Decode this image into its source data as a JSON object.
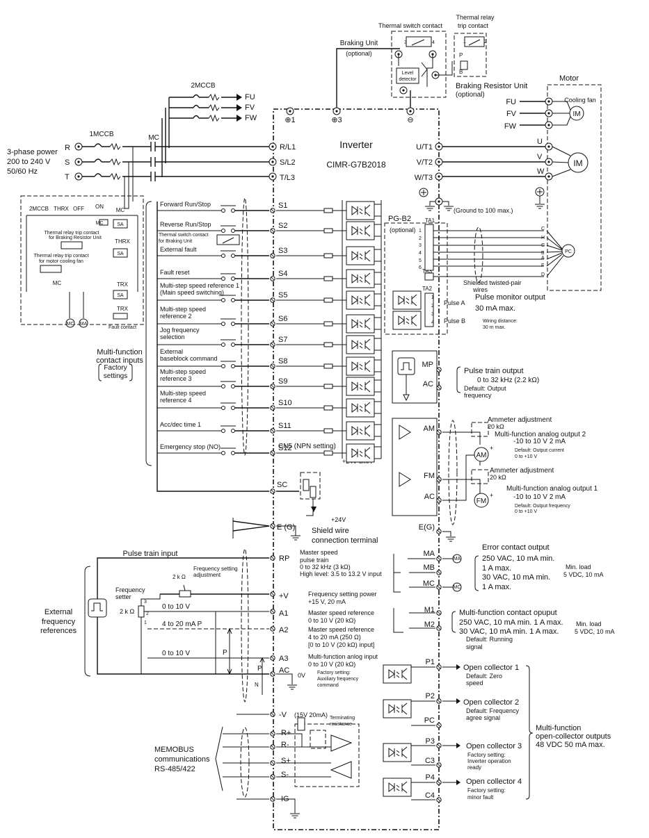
{
  "inverter": {
    "title": "Inverter",
    "model": "CIMR-G7B2018"
  },
  "power": {
    "source_line1": "3-phase power",
    "source_line2": "200 to 240 V",
    "source_line3": "50/60 Hz",
    "phases": [
      "R",
      "S",
      "T"
    ],
    "breaker1": "1MCCB",
    "breaker2": "2MCCB",
    "contactor": "MC",
    "inputs": [
      "R/L1",
      "S/L2",
      "T/L3"
    ],
    "outputs": [
      "U/T1",
      "V/T2",
      "W/T3"
    ],
    "fan_outputs": [
      "FU",
      "FV",
      "FW"
    ],
    "dc_terminals": [
      "⊕1",
      "⊕3",
      "⊖"
    ],
    "ground_label": "(Ground to 100 max.)"
  },
  "braking": {
    "unit_label": "Braking Unit",
    "unit_optional": "(optional)",
    "thermal_switch": "Thermal switch contact",
    "thermal_relay_line1": "Thermal relay",
    "thermal_relay_line2": "trip contact",
    "level_detector_line1": "Level",
    "level_detector_line2": "detector",
    "resistor_label": "Braking Resistor Unit",
    "resistor_optional": "(optional)",
    "resistor_terminals": [
      "P",
      "B"
    ],
    "contact_nums": [
      "3",
      "4",
      "1",
      "2"
    ]
  },
  "motor": {
    "label": "Motor",
    "cooling_fan": "Cooling fan",
    "im": "IM",
    "uvw": [
      "U",
      "V",
      "W"
    ]
  },
  "sequence": {
    "labels": [
      "2MCCB",
      "THRX",
      "OFF",
      "ON",
      "MC",
      "SA",
      "THRX",
      "SA",
      "TRX",
      "SA",
      "TRX",
      "MC",
      "MA"
    ],
    "thermal_resistor_line1": "Thermal relay trip contact",
    "thermal_resistor_line2": "for Braking Resistor Unit",
    "thermal_fan_line1": "Thermal relay trip contact",
    "thermal_fan_line2": "for motor cooling fan",
    "fault_contact": "Fault contact"
  },
  "contact_inputs": {
    "group_line1": "Multi-function",
    "group_line2": "contact inputs",
    "factory_line1": "Factory",
    "factory_line2": "settings",
    "items": [
      {
        "label1": "Forward Run/Stop",
        "label2": "",
        "terminal": "S1"
      },
      {
        "label1": "Reverse Run/Stop",
        "label2": "",
        "terminal": "S2"
      },
      {
        "label1": "External fault",
        "label2": "",
        "terminal": "S3"
      },
      {
        "label1": "Fault reset",
        "label2": "",
        "terminal": "S4"
      },
      {
        "label1": "Multi-step speed reference 1",
        "label2": "(Main speed switching)",
        "terminal": "S5"
      },
      {
        "label1": "Multi-step speed",
        "label2": "reference 2",
        "terminal": "S6"
      },
      {
        "label1": "Jog frequency",
        "label2": "selection",
        "terminal": "S7"
      },
      {
        "label1": "External",
        "label2": "baseblock command",
        "terminal": "S8"
      },
      {
        "label1": "Multi-step speed",
        "label2": "reference 3",
        "terminal": "S9"
      },
      {
        "label1": "Multi-step speed",
        "label2": "reference 4",
        "terminal": "S10"
      },
      {
        "label1": "Acc/dec time 1",
        "label2": "",
        "terminal": "S11"
      },
      {
        "label1": "Emergency stop (NO)",
        "label2": "",
        "terminal": "S12"
      }
    ],
    "thermal_switch_line1": "Thermal switch contact",
    "thermal_switch_line2": "for Braking Unit",
    "cn5": "CN5 (NPN setting)",
    "supply": "+24V 8mA",
    "sc": "SC",
    "eg": "E (G)",
    "plus24": "+24V",
    "shield_line1": "Shield wire",
    "shield_line2": "connection terminal"
  },
  "pg": {
    "title": "PG-B2",
    "optional": "(optional)",
    "terms": [
      "TA1",
      "TA3",
      "TA2"
    ],
    "pins": [
      "1",
      "2",
      "3",
      "4",
      "5",
      "6",
      "1",
      "2",
      "3",
      "4"
    ],
    "pc_letters": [
      "C",
      "H",
      "G",
      "B",
      "A",
      "F",
      "D"
    ],
    "pc": "PC",
    "shielded_line1": "Shielded twisted-pair",
    "shielded_line2": "wires",
    "pulse_a": "Pulse A",
    "pulse_b": "Pulse B",
    "monitor_line1": "Pulse monitor output",
    "monitor_line2": "30 mA max.",
    "distance_line1": "Wiring distance:",
    "distance_line2": "30 m max."
  },
  "pulse_out": {
    "mp": "MP",
    "ac": "AC",
    "title": "Pulse train output",
    "range": "0 to 32 kHz (2.2 kΩ)",
    "default_line1": "Default: Output",
    "default_line2": "frequency"
  },
  "analog_out": {
    "am": "AM",
    "fm": "FM",
    "ac": "AC",
    "eg": "E(G)",
    "adj": "Ammeter adjustment",
    "ohm": "20 kΩ",
    "am_title": "Multi-function analog output 2",
    "am_range": "-10 to 10 V 2 mA",
    "am_default_line1": "Default: Output current",
    "am_default_line2": "0 to +10 V",
    "fm_title": "Multi-function analog output 1",
    "fm_range": "-10 to 10 V 2 mA",
    "fm_default_line1": "Default: Output frequency",
    "fm_default_line2": "0 to +10 V",
    "meter_am": "AM",
    "meter_fm": "FM",
    "plus": "+",
    "minus": "-"
  },
  "ext_freq": {
    "group_line1": "External",
    "group_line2": "frequency",
    "group_line3": "references",
    "pulse_input": "Pulse train input",
    "setting_adj_line1": "Frequency setting",
    "setting_adj_line2": "adjustment",
    "two_k": "2 k Ω",
    "two_k2": "2 k Ω",
    "setter_line1": "Frequency",
    "setter_line2": "setter",
    "pins": [
      "3",
      "2",
      "1"
    ],
    "v1": "0 to 10 V",
    "ma": "4 to 20 mA  P",
    "v2": "0 to 10 V",
    "p": "P",
    "p2": "P",
    "p3": "P",
    "n": "N",
    "terminals": [
      "RP",
      "+V",
      "A1",
      "A2",
      "A3",
      "AC",
      "-V"
    ],
    "zero_v": "0V",
    "minus_v_note": "(15V 20mA)",
    "rp_line1": "Master speed",
    "rp_line2": "pulse train",
    "rp_line3": "0 to 32 kHz (3 kΩ)",
    "rp_line4": "High level: 3.5 to 13.2 V input",
    "pv_line1": "Frequency setting power",
    "pv_line2": "+15 V, 20 mA",
    "a1_line1": "Master speed reference",
    "a1_line2": "0 to 10 V (20 kΩ)",
    "a2_line1": "Master speed reference",
    "a2_line2": "4 to 20 mA (250 Ω)",
    "a2_line3": "[0 to 10 V (20 kΩ) input]",
    "a3_line1": "Multi-function anlog input",
    "a3_line2": "0 to 10 V (20 kΩ)",
    "a3_fs_line1": "Factory setting:",
    "a3_fs_line2": "Auxiliary frequency",
    "a3_fs_line3": "command"
  },
  "memobus": {
    "line1": "MEMOBUS",
    "line2": "communications",
    "line3": "RS-485/422",
    "terminals": [
      "R+",
      "R-",
      "S+",
      "S-",
      "IG"
    ],
    "term_res_line1": "Terminating",
    "term_res_line2": "resistance"
  },
  "relay_out": {
    "error_title": "Error contact output",
    "error_line1": "250 VAC, 10 mA min.",
    "error_line2": "1 A max.",
    "error_line3": "30 VAC, 10 mA min.",
    "error_line4": "1 A max.",
    "min_load_line1": "Min. load",
    "min_load_line2": "5 VDC, 10 mA",
    "terms": [
      "MA",
      "MB",
      "MC",
      "M1",
      "M2"
    ],
    "coil_ma": "MA",
    "coil_mc": "MC",
    "mf_title": "Multi-function contact opuput",
    "mf_line1": "250 VAC, 10 mA min. 1 A max.",
    "mf_line2": "30 VAC, 10 mA min. 1 A max.",
    "mf_default_line1": "Default: Running",
    "mf_default_line2": "signal",
    "mf_min_line1": "Min. load",
    "mf_min_line2": "5 VDC, 10 mA"
  },
  "oc_out": {
    "terms": [
      "P1",
      "P2",
      "PC",
      "P3",
      "C3",
      "P4",
      "C4"
    ],
    "oc1": "Open collector 1",
    "oc1_def_line1": "Default: Zero",
    "oc1_def_line2": "speed",
    "oc2": "Open collector 2",
    "oc2_def_line1": "Default: Frequency",
    "oc2_def_line2": "agree signal",
    "oc3": "Open collector 3",
    "oc3_def_line1": "Factory setting:",
    "oc3_def_line2": "Inverter operation",
    "oc3_def_line3": "ready",
    "oc4": "Open collector 4",
    "oc4_def_line1": "Factory setting:",
    "oc4_def_line2": "minor fault",
    "group_line1": "Multi-function",
    "group_line2": "open-collector outputs",
    "group_line3": "48 VDC 50 mA max."
  }
}
